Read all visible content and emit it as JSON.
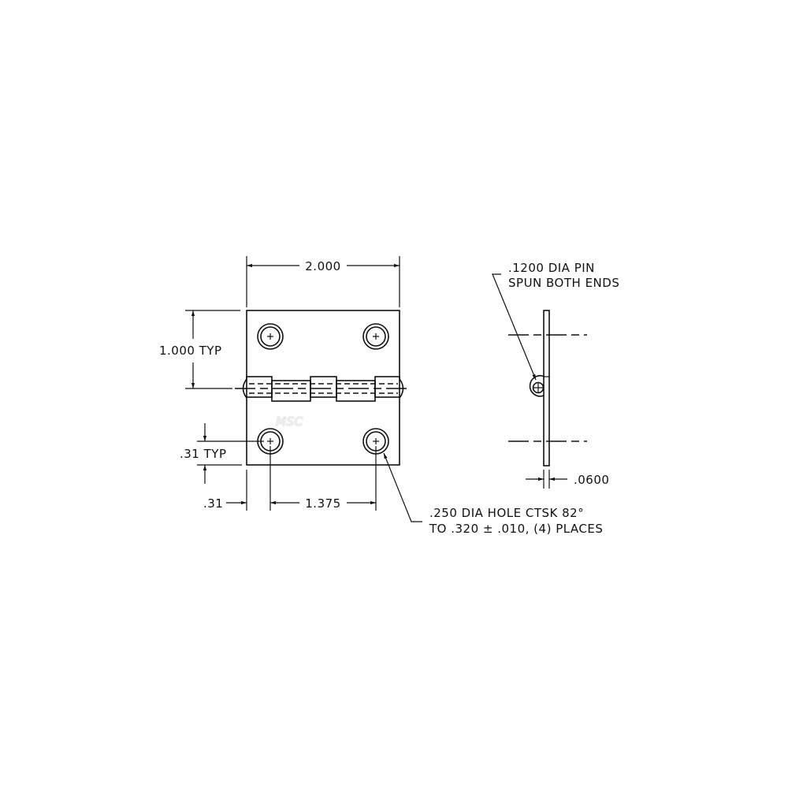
{
  "drawing": {
    "title": "Hinge technical drawing",
    "front_view": {
      "dimensions": {
        "overall_width": "2.000",
        "leaf_height": "1.000 TYP",
        "hole_edge_offset_vertical": ".31 TYP",
        "hole_edge_offset_horizontal": ".31",
        "hole_spacing": "1.375"
      },
      "hole_note": {
        "line1": ".250 DIA HOLE CTSK 82°",
        "line2": "TO .320 ± .010, (4) PLACES"
      }
    },
    "side_view": {
      "pin_note": {
        "line1": ".1200 DIA PIN",
        "line2": "SPUN BOTH ENDS"
      },
      "thickness": ".0600"
    },
    "watermark": "MSC",
    "colors": {
      "line": "#111111",
      "background": "#ffffff",
      "watermark": "#ececec"
    }
  }
}
